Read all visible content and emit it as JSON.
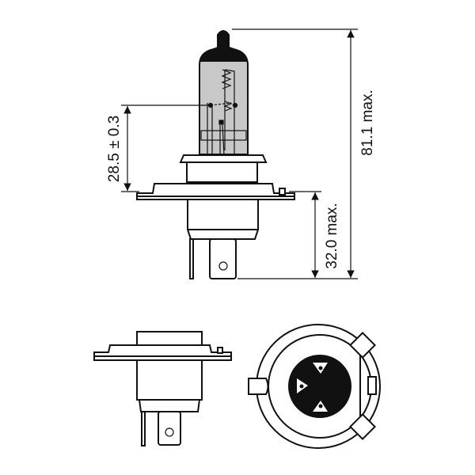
{
  "dimensions": {
    "light_center_height": "28.5 ± 0.3",
    "base_height": "32.0 max.",
    "overall_length": "81.1 max."
  },
  "colors": {
    "line": "#111111",
    "glass": "#c8c8c8",
    "cap": "#111111"
  }
}
